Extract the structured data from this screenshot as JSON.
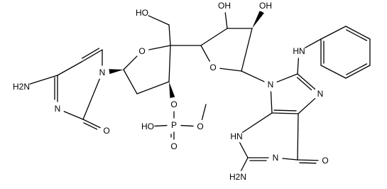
{
  "structure": {
    "labels": {
      "ho_ch2": "HO",
      "oh_top": "OH",
      "oh_right": "OH",
      "o_ring_left": "O",
      "o_ring_mid": "O",
      "n_cyt1": "N",
      "n_cyt3": "N",
      "o_cyt": "O",
      "nh2_cyt": "H2N",
      "o_phos_ester": "O",
      "p": "P",
      "o_p_oh": "HO",
      "o_methoxy": "O",
      "o_p_double": "O",
      "n9": "N",
      "n7": "N",
      "nh_phenyl": "HN",
      "n3h": "HN",
      "n1": "N",
      "o_gua": "O",
      "nh2_gua": "H2N"
    }
  }
}
